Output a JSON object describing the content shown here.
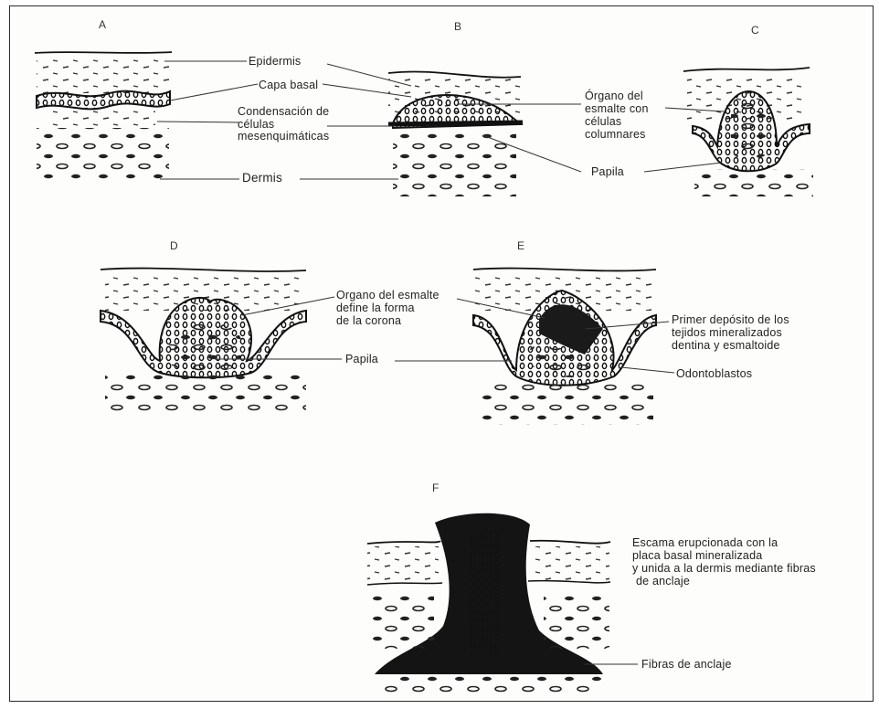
{
  "panels": [
    "A",
    "B",
    "C",
    "D",
    "E",
    "F"
  ],
  "labels": {
    "epidermis": "Epidermis",
    "capa_basal": "Capa basal",
    "condensacion": [
      "Condensación de",
      "células",
      "mesenquimáticas"
    ],
    "dermis": "Dermis",
    "organo_columnares": [
      "Órgano del",
      "esmalte con",
      "células",
      "columnares"
    ],
    "papila_b": "Papila",
    "organo_corona": [
      "Organo del esmalte",
      "define la forma",
      "de la corona"
    ],
    "papila_d": "Papila",
    "primer_deposito": [
      "Primer depósito de los",
      "tejidos mineralizados",
      "dentina y esmaltoide"
    ],
    "odontoblastos": "Odontoblastos",
    "escama": [
      "Escama erupcionada con la",
      "placa basal mineralizada",
      "y unida a la dermis mediante fibras",
      "de anclaje"
    ],
    "fibras": "Fibras de anclaje"
  },
  "colors": {
    "ink": "#1a1a1a",
    "paper": "#fdfdfb",
    "frame": "#2a2a2a"
  }
}
